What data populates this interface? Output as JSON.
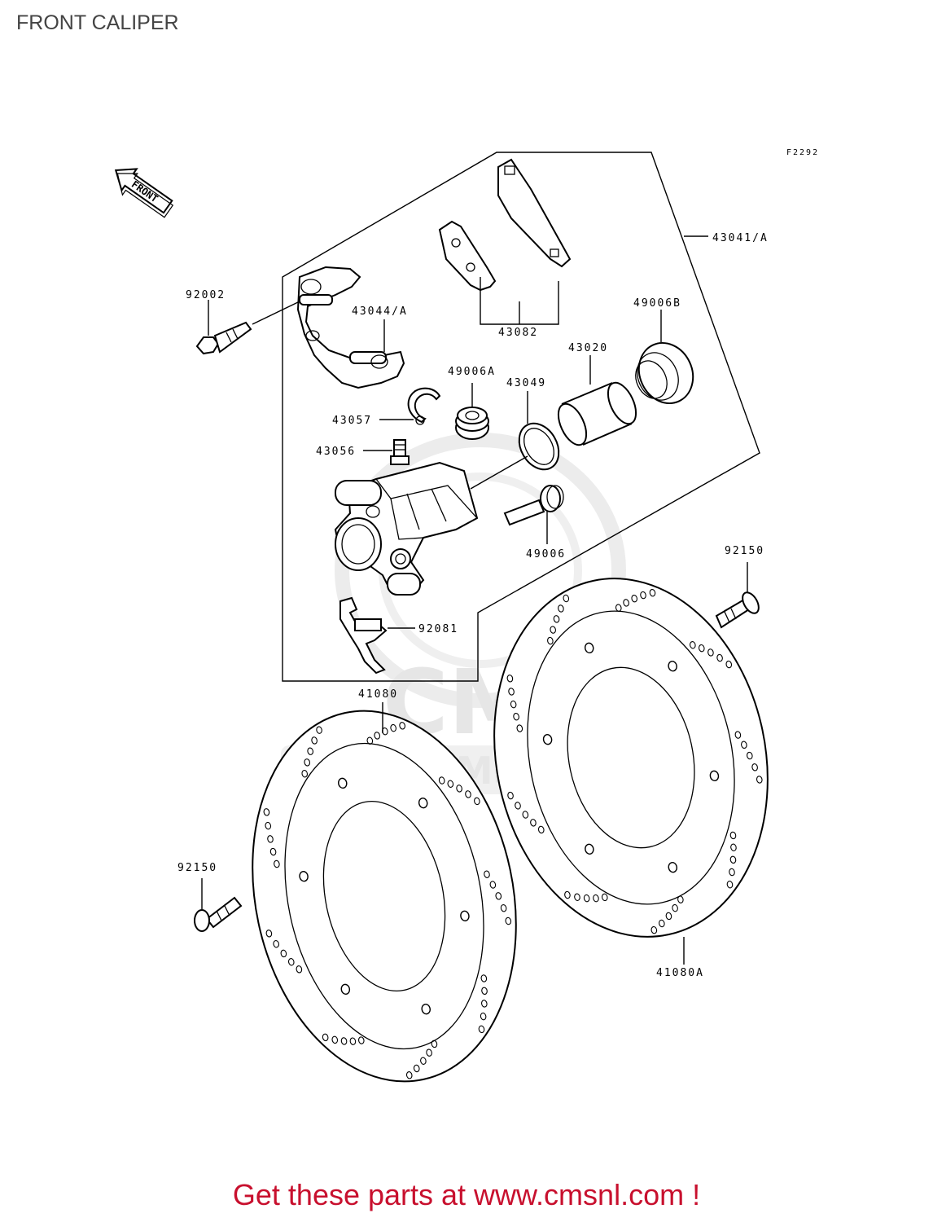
{
  "page": {
    "title": "FRONT CALIPER",
    "footer": "Get these parts at www.cmsnl.com !",
    "drawing_code": "F2292",
    "front_arrow_label": "FRONT",
    "watermark": {
      "logo": "CMS",
      "url": "WWW.CMSNL.COM"
    }
  },
  "parts": [
    {
      "number": "43041/A"
    },
    {
      "number": "92002"
    },
    {
      "number": "43044/A"
    },
    {
      "number": "43082"
    },
    {
      "number": "49006B"
    },
    {
      "number": "43020"
    },
    {
      "number": "49006A"
    },
    {
      "number": "43049"
    },
    {
      "number": "43057"
    },
    {
      "number": "43056"
    },
    {
      "number": "49006"
    },
    {
      "number": "92150"
    },
    {
      "number": "92081"
    },
    {
      "number": "41080"
    },
    {
      "number": "92150"
    },
    {
      "number": "41080A"
    }
  ]
}
